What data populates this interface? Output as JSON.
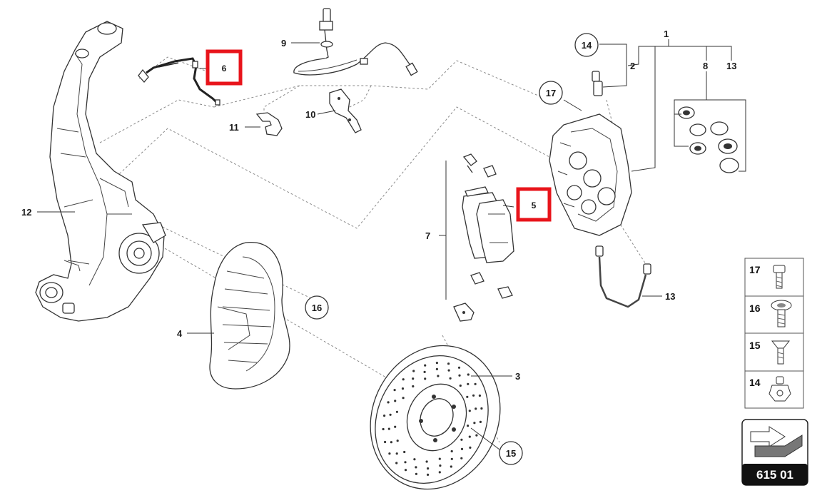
{
  "callouts": {
    "c1": "1",
    "c2": "2",
    "c3": "3",
    "c4": "4",
    "c5": "5",
    "c6": "6",
    "c7": "7",
    "c8": "8",
    "c9": "9",
    "c10": "10",
    "c11": "11",
    "c12": "12",
    "c13a": "13",
    "c13b": "13",
    "c14": "14",
    "c15": "15",
    "c16": "16",
    "c17": "17"
  },
  "highlighted_callouts": [
    "5",
    "6"
  ],
  "highlight_color": "#e8141b",
  "legend": {
    "items": [
      {
        "number": "17",
        "icon": "bolt-icon"
      },
      {
        "number": "16",
        "icon": "flanged-screw-icon"
      },
      {
        "number": "15",
        "icon": "countersunk-screw-icon"
      },
      {
        "number": "14",
        "icon": "bleed-valve-icon"
      }
    ]
  },
  "reference": {
    "code": "615 01",
    "icon": "direction-arrow-icon"
  }
}
